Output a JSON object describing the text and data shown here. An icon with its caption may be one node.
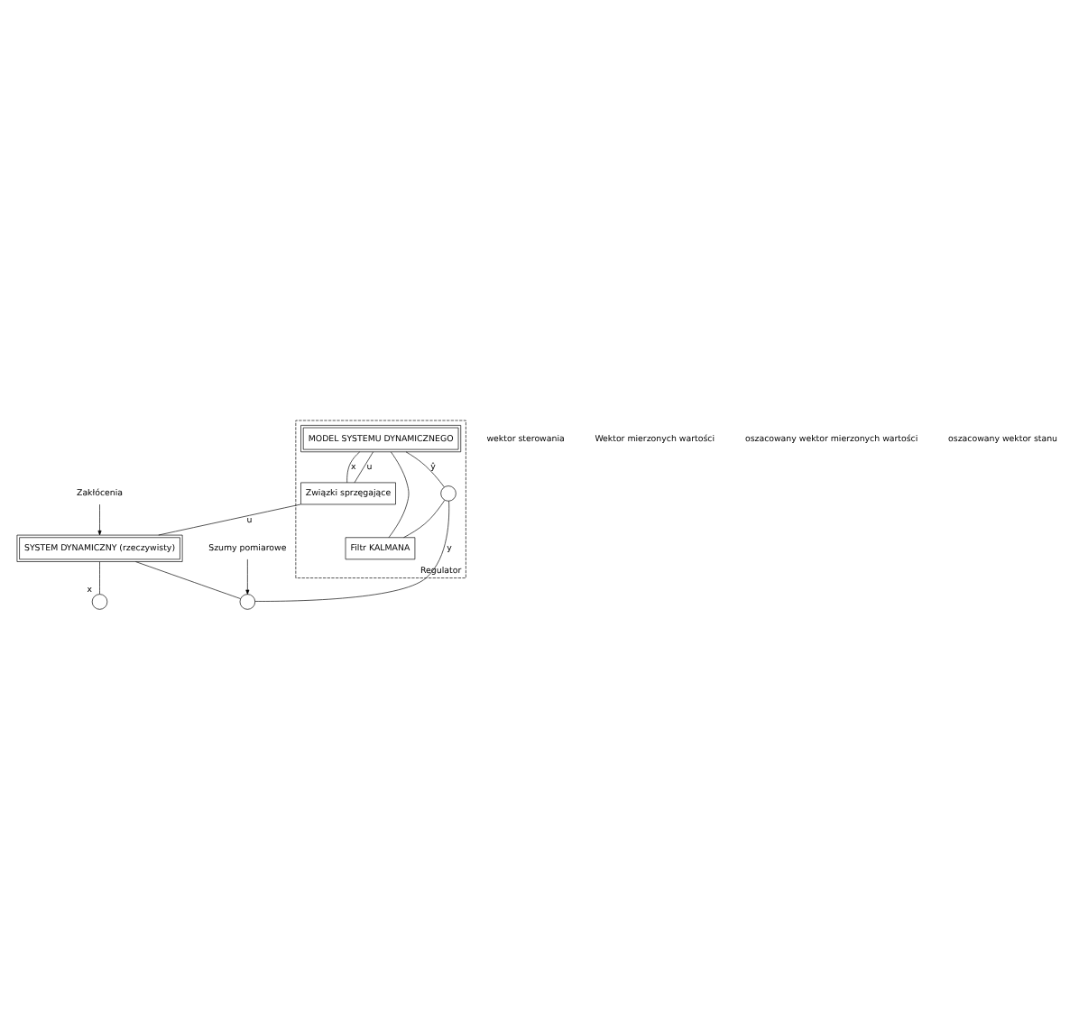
{
  "diagram": {
    "nodes": [
      {
        "text": [
          "Regulator"
        ]
      },
      {
        "text": [
          "SYSTEM DYNAMICZNY (rzeczywisty)"
        ]
      },
      {
        "text": [],
        "shape": "circle"
      },
      {
        "text": [],
        "shape": "circle",
        "beside": [
          "x"
        ]
      },
      {
        "text": [
          "Zakłócenia"
        ]
      },
      {
        "text": [
          "Szumy pomiarowe"
        ]
      },
      {
        "text": [
          "MODEL SYSTEMU DYNAMICZNEGO"
        ],
        "in": 0
      },
      {
        "text": [],
        "shape": "circle",
        "in": 0
      },
      {
        "text": [
          "Związki sprzęgające"
        ],
        "in": 0
      },
      {
        "text": [
          "Filtr KALMANA"
        ],
        "in": 0
      }
    ],
    "edges": [
      {
        "from": 4,
        "to": 1,
        "arrow": "to"
      },
      {
        "from": 5,
        "to": 2,
        "arrow": "to"
      },
      {
        "from": 8,
        "to": 1,
        "arrow": "none",
        "label": "u"
      },
      {
        "from": 8,
        "to": 6,
        "arrow": "none",
        "label": "u"
      },
      {
        "from": 1,
        "to": 2,
        "arrow": "none"
      },
      {
        "from": 1,
        "to": 3,
        "arrow": "none"
      },
      {
        "from": 2,
        "to": 7,
        "arrow": "none",
        "label": "y"
      },
      {
        "from": 6,
        "to": 7,
        "arrow": "none",
        "label": "ŷ"
      },
      {
        "from": 6,
        "to": 8,
        "arrow": "none",
        "label": "x"
      },
      {
        "from": 6,
        "to": 9,
        "arrow": "none"
      },
      {
        "from": 7,
        "to": 9,
        "arrow": "none"
      }
    ],
    "labels": [
      "wektor sterowania",
      "Wektor mierzonych wartości",
      "oszacowany wektor mierzonych wartości",
      "oszacowany wektor stanu"
    ]
  }
}
